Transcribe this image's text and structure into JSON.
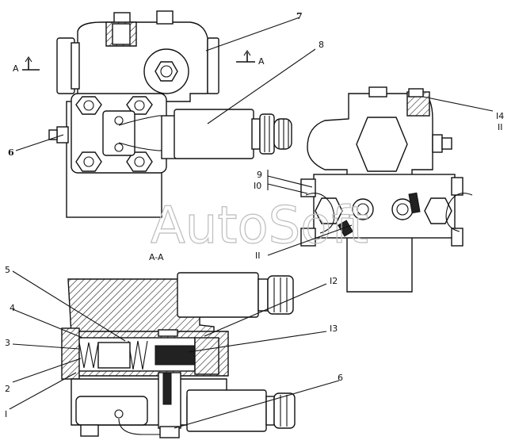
{
  "watermark": "AutoSoft",
  "section_title": "A-A",
  "section_marks": {
    "left": "A",
    "right": "A"
  },
  "callouts": {
    "c7": "7",
    "c8": "8",
    "c6_top": "6",
    "c14": "I4",
    "c11_right": "II",
    "c9": "9",
    "c10": "I0",
    "c11_bottom": "II",
    "c5": "5",
    "c4": "4",
    "c3": "3",
    "c2": "2",
    "c1": "I",
    "c12": "I2",
    "c13": "I3",
    "c6_bottom": "6"
  }
}
